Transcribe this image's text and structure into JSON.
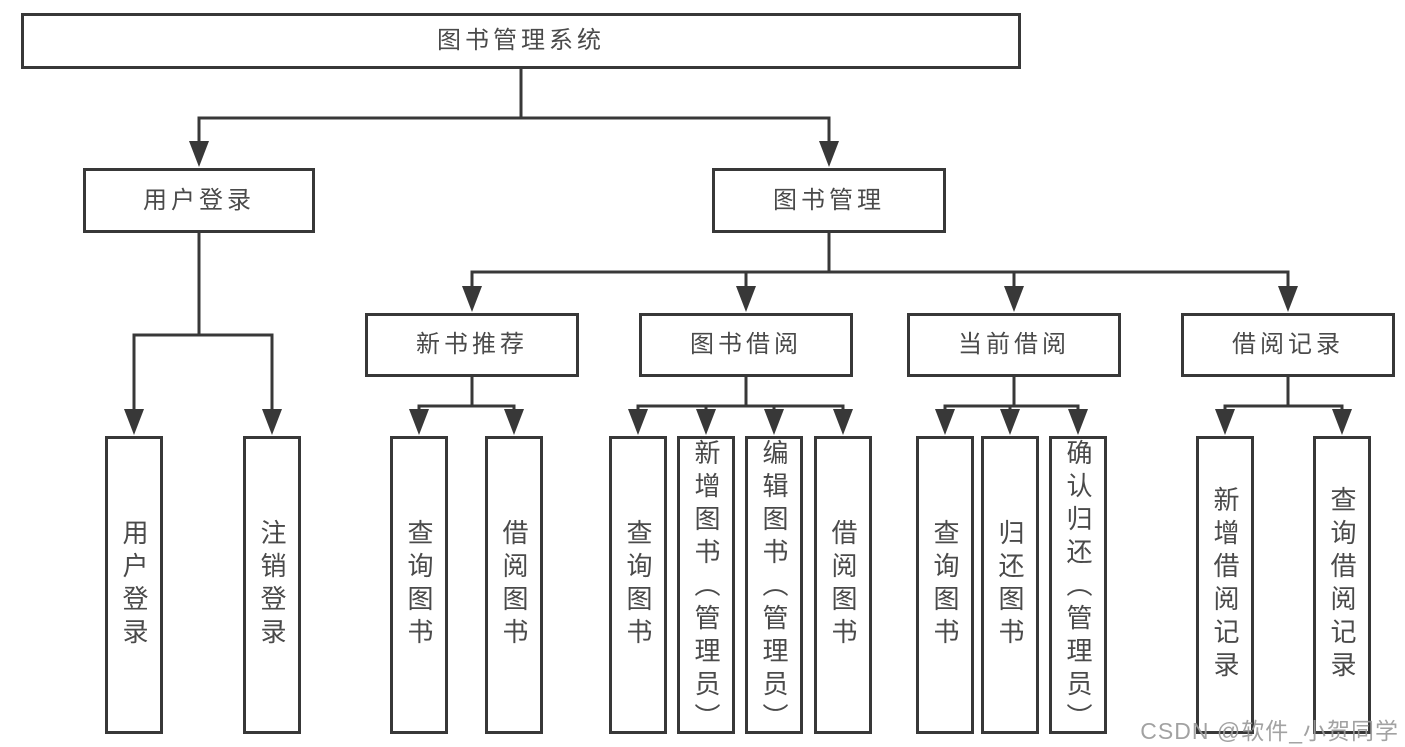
{
  "diagram": {
    "type": "hierarchy-tree",
    "watermark": "CSDN @软件_小贺同学",
    "colors": {
      "line": "#383838",
      "box_border": "#383838",
      "text": "#4a4a4a",
      "watermark": "#9b9b9b",
      "background": "#ffffff"
    },
    "nodes": {
      "root": {
        "label": "图书管理系统"
      },
      "user_login": {
        "label": "用户登录"
      },
      "book_mgmt": {
        "label": "图书管理"
      },
      "new_book_rec": {
        "label": "新书推荐"
      },
      "book_borrow": {
        "label": "图书借阅"
      },
      "current_borrow": {
        "label": "当前借阅"
      },
      "borrow_records": {
        "label": "借阅记录"
      },
      "leaf_user_login": {
        "label": "用户登录"
      },
      "leaf_logout": {
        "label": "注销登录"
      },
      "leaf_query_book_1": {
        "label": "查询图书"
      },
      "leaf_borrow_book_1": {
        "label": "借阅图书"
      },
      "leaf_query_book_2": {
        "label": "查询图书"
      },
      "leaf_add_book": {
        "label": "新增图书（管理员）"
      },
      "leaf_edit_book": {
        "label": "编辑图书（管理员）"
      },
      "leaf_borrow_book_2": {
        "label": "借阅图书"
      },
      "leaf_query_book_3": {
        "label": "查询图书"
      },
      "leaf_return_book": {
        "label": "归还图书"
      },
      "leaf_confirm_return": {
        "label": "确认归还（管理员）"
      },
      "leaf_add_record": {
        "label": "新增借阅记录"
      },
      "leaf_query_record": {
        "label": "查询借阅记录"
      }
    },
    "hierarchy": {
      "图书管理系统": {
        "用户登录": [
          "用户登录",
          "注销登录"
        ],
        "图书管理": {
          "新书推荐": [
            "查询图书",
            "借阅图书"
          ],
          "图书借阅": [
            "查询图书",
            "新增图书（管理员）",
            "编辑图书（管理员）",
            "借阅图书"
          ],
          "当前借阅": [
            "查询图书",
            "归还图书",
            "确认归还（管理员）"
          ],
          "借阅记录": [
            "新增借阅记录",
            "查询借阅记录"
          ]
        }
      }
    }
  }
}
